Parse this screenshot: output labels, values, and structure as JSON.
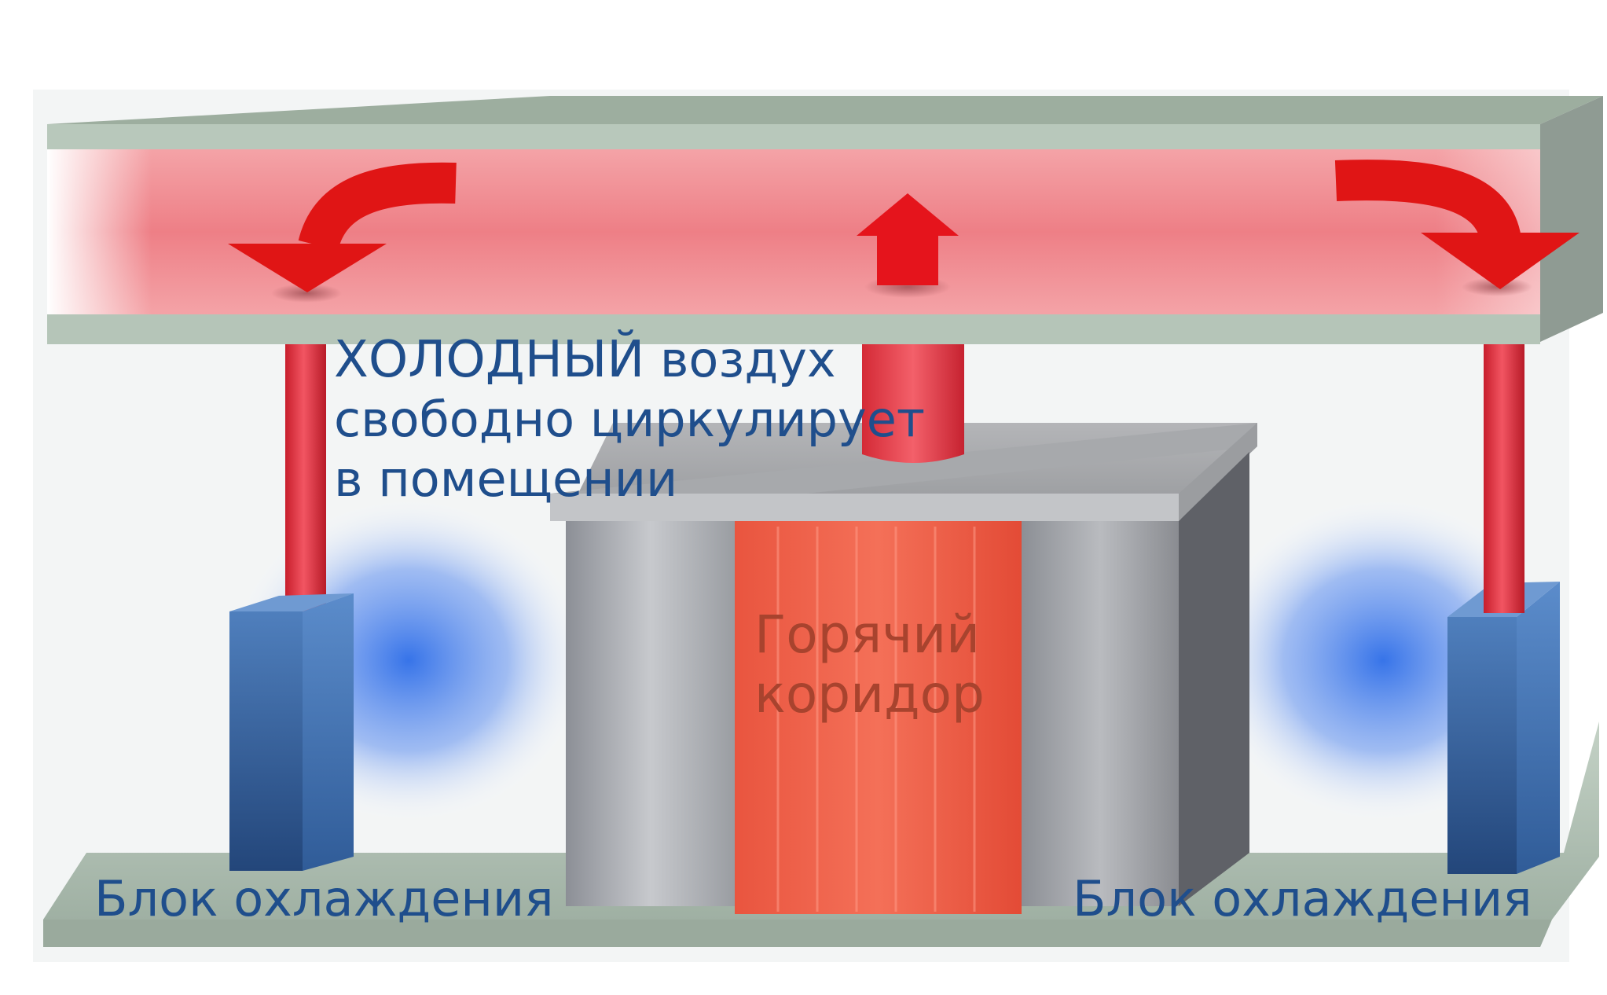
{
  "diagram": {
    "cold_air_text": {
      "line1_caps": "ХОЛОДНЫЙ",
      "line1_rest": " воздух",
      "line2": "свободно циркулирует",
      "line3": "в помещении"
    },
    "hot_aisle_label": {
      "line1": "Горячий",
      "line2": "коридор"
    },
    "cooling_unit_left_label": "Блок охлаждения",
    "cooling_unit_right_label": "Блок охлаждения"
  },
  "colors": {
    "hot_air": "#ee2222",
    "duct_glow": "#f08080",
    "cold_air": "#2f6ee0",
    "cooling_unit": "#3f6faa",
    "label_text": "#1f4e8c",
    "hot_aisle": "#ee5540"
  }
}
